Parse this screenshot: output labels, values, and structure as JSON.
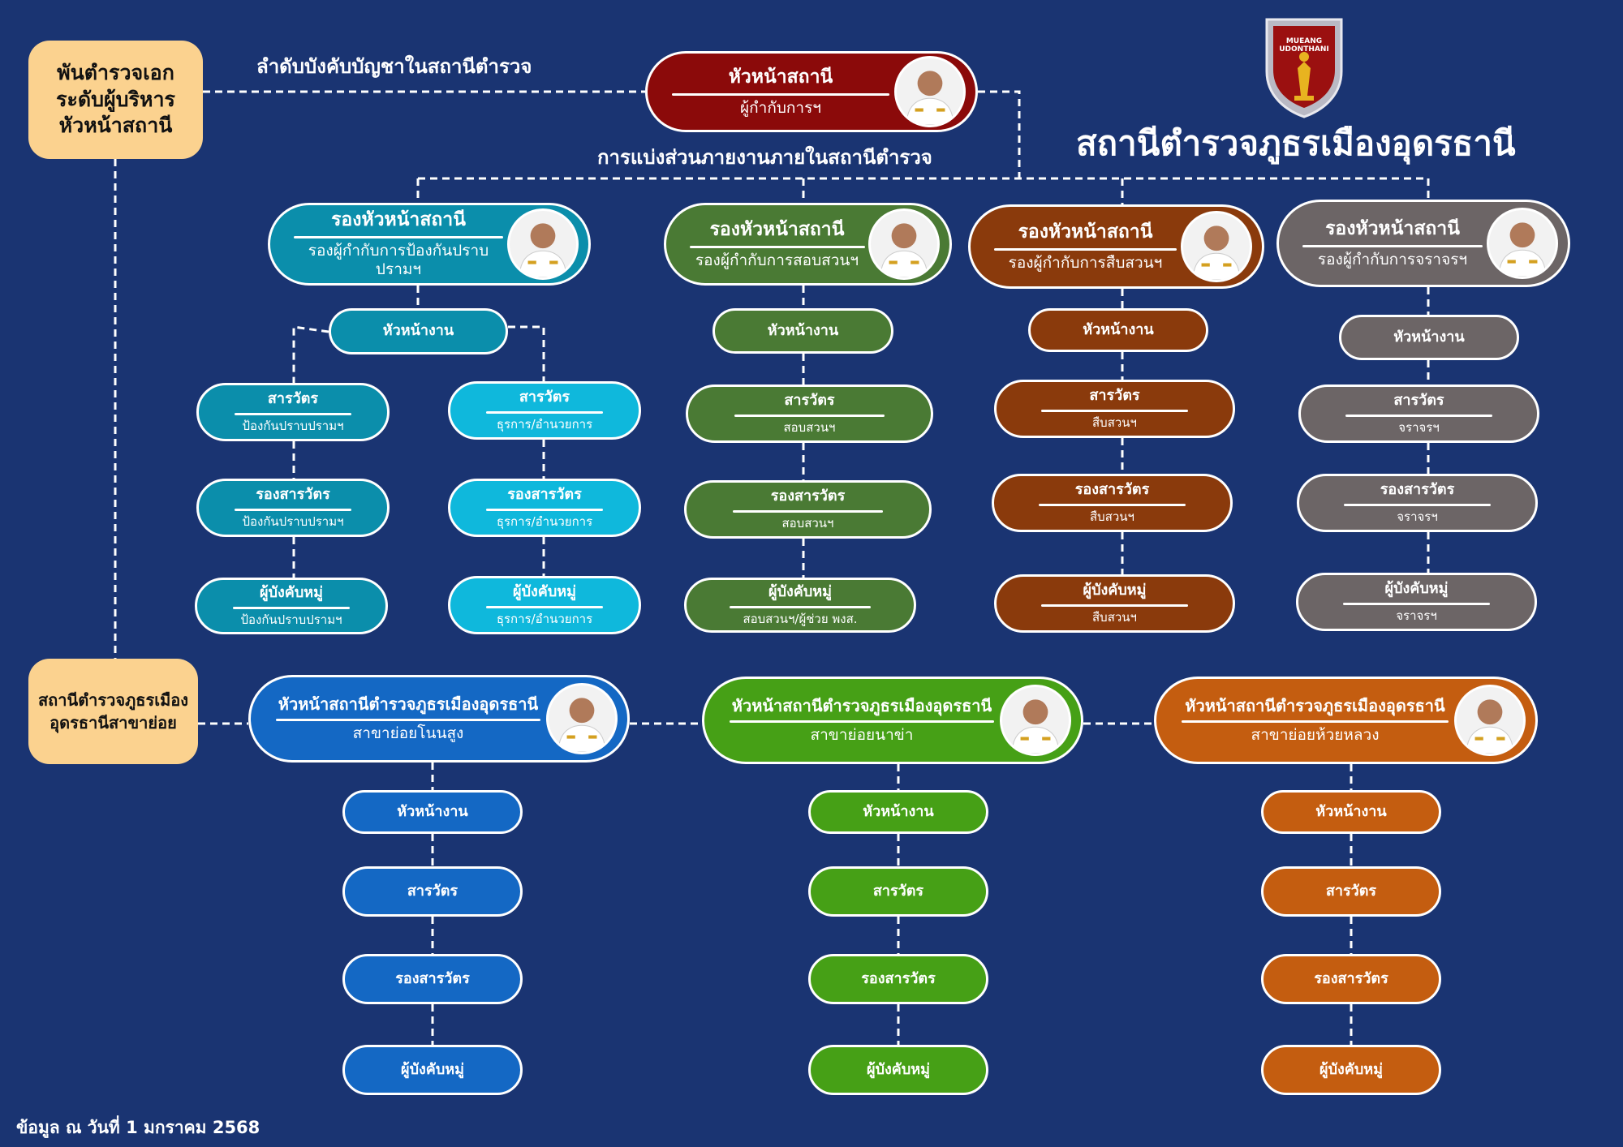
{
  "header": {
    "chain_of_command_label": "ลำดับบังคับบัญชาในสถานีตำรวจ",
    "internal_division_label": "การแบ่งส่วนภายงานภายในสถานีตำรวจ",
    "station_name": "สถานีตำรวจภูธรเมืองอุดรธานี",
    "logo_line1": "MUEANG",
    "logo_line2": "UDONTHANI"
  },
  "side_boxes": {
    "rank": [
      "พันตำรวจเอก",
      "ระดับผู้บริหาร",
      "หัวหน้าสถานี"
    ],
    "subdistrict": [
      "สถานีตำรวจภูธรเมือง",
      "อุดรธานีสาขาย่อย"
    ]
  },
  "chief": {
    "title": "หัวหน้าสถานี",
    "subtitle": "ผู้กำกับการฯ"
  },
  "deputies": [
    {
      "title": "รองหัวหน้าสถานี",
      "subtitle": "รองผู้กำกับการป้องกันปราบปรามฯ"
    },
    {
      "title": "รองหัวหน้าสถานี",
      "subtitle": "รองผู้กำกับการสอบสวนฯ"
    },
    {
      "title": "รองหัวหน้าสถานี",
      "subtitle": "รองผู้กำกับการสืบสวนฯ"
    },
    {
      "title": "รองหัวหน้าสถานี",
      "subtitle": "รองผู้กำกับการจราจรฯ"
    }
  ],
  "team_lead_label": "หัวหน้างาน",
  "columns": {
    "prevention": [
      {
        "title": "สารวัตร",
        "subtitle": "ป้องกันปราบปรามฯ"
      },
      {
        "title": "รองสารวัตร",
        "subtitle": "ป้องกันปราบปรามฯ"
      },
      {
        "title": "ผู้บังคับหมู่",
        "subtitle": "ป้องกันปราบปรามฯ"
      }
    ],
    "admin": [
      {
        "title": "สารวัตร",
        "subtitle": "ธุรการ/อำนวยการ"
      },
      {
        "title": "รองสารวัตร",
        "subtitle": "ธุรการ/อำนวยการ"
      },
      {
        "title": "ผู้บังคับหมู่",
        "subtitle": "ธุรการ/อำนวยการ"
      }
    ],
    "inquiry": [
      {
        "title": "สารวัตร",
        "subtitle": "สอบสวนฯ"
      },
      {
        "title": "รองสารวัตร",
        "subtitle": "สอบสวนฯ"
      },
      {
        "title": "ผู้บังคับหมู่",
        "subtitle": "สอบสวนฯ/ผู้ช่วย พงส."
      }
    ],
    "investigation": [
      {
        "title": "สารวัตร",
        "subtitle": "สืบสวนฯ"
      },
      {
        "title": "รองสารวัตร",
        "subtitle": "สืบสวนฯ"
      },
      {
        "title": "ผู้บังคับหมู่",
        "subtitle": "สืบสวนฯ"
      }
    ],
    "traffic": [
      {
        "title": "สารวัตร",
        "subtitle": "จราจรฯ"
      },
      {
        "title": "รองสารวัตร",
        "subtitle": "จราจรฯ"
      },
      {
        "title": "ผู้บังคับหมู่",
        "subtitle": "จราจรฯ"
      }
    ]
  },
  "branches": [
    {
      "title": "หัวหน้าสถานีตำรวจภูธรเมืองอุดรธานี",
      "subtitle": "สาขาย่อยโนนสูง"
    },
    {
      "title": "หัวหน้าสถานีตำรวจภูธรเมืองอุดรธานี",
      "subtitle": "สาขาย่อยนาข่า"
    },
    {
      "title": "หัวหน้าสถานีตำรวจภูธรเมืองอุดรธานี",
      "subtitle": "สาขาย่อยห้วยหลวง"
    }
  ],
  "branch_positions": [
    "หัวหน้างาน",
    "สารวัตร",
    "รองสารวัตร",
    "ผู้บังคับหมู่"
  ],
  "footer": {
    "date": "ข้อมูล ณ วันที่  1 มกราคม 2568"
  },
  "colors": {
    "background": "#1a3472",
    "chief": "#8b0a0a",
    "prevention": "#0b8eab",
    "admin": "#0fb8dc",
    "inquiry": "#4a7a34",
    "investigation": "#8a3a0c",
    "traffic": "#6c6566",
    "branch_nonsung": "#1468c4",
    "branch_nakha": "#46a016",
    "branch_huailuang": "#c45d10",
    "side_box": "#fbd28f"
  }
}
